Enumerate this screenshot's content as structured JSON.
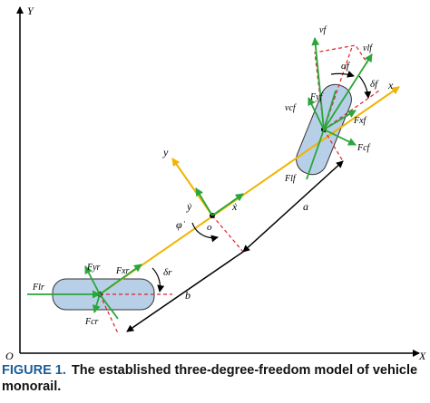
{
  "labels": {
    "y_axis": "Y",
    "x_axis": "X",
    "origin": "O",
    "body_x": "x",
    "body_y": "y",
    "x_dot": "ẋ",
    "y_dot": "ẏ",
    "phi_dot": "φ̇",
    "center_o": "o",
    "dist_a": "a",
    "dist_b": "b",
    "v_f": "vf",
    "v_lf": "vlf",
    "v_cf": "vcf",
    "alpha_f": "αf",
    "delta_f": "δf",
    "delta_r": "δr",
    "F_yf": "Fyf",
    "F_xf": "Fxf",
    "F_cf": "Fcf",
    "F_lf": "Flf",
    "F_yr": "Fyr",
    "F_xr": "Fxr",
    "F_lr": "Flr",
    "F_cr": "Fcr"
  },
  "caption": {
    "figure": "FIGURE 1.",
    "text": "The established three-degree-freedom model of vehicle monorail."
  },
  "colors": {
    "body_axis": "#f0b400",
    "force": "#2aa63a",
    "tyre_fill": "#b8cfe8",
    "dashed": "#e0202a",
    "caption_blue": "#1a5e9a"
  }
}
